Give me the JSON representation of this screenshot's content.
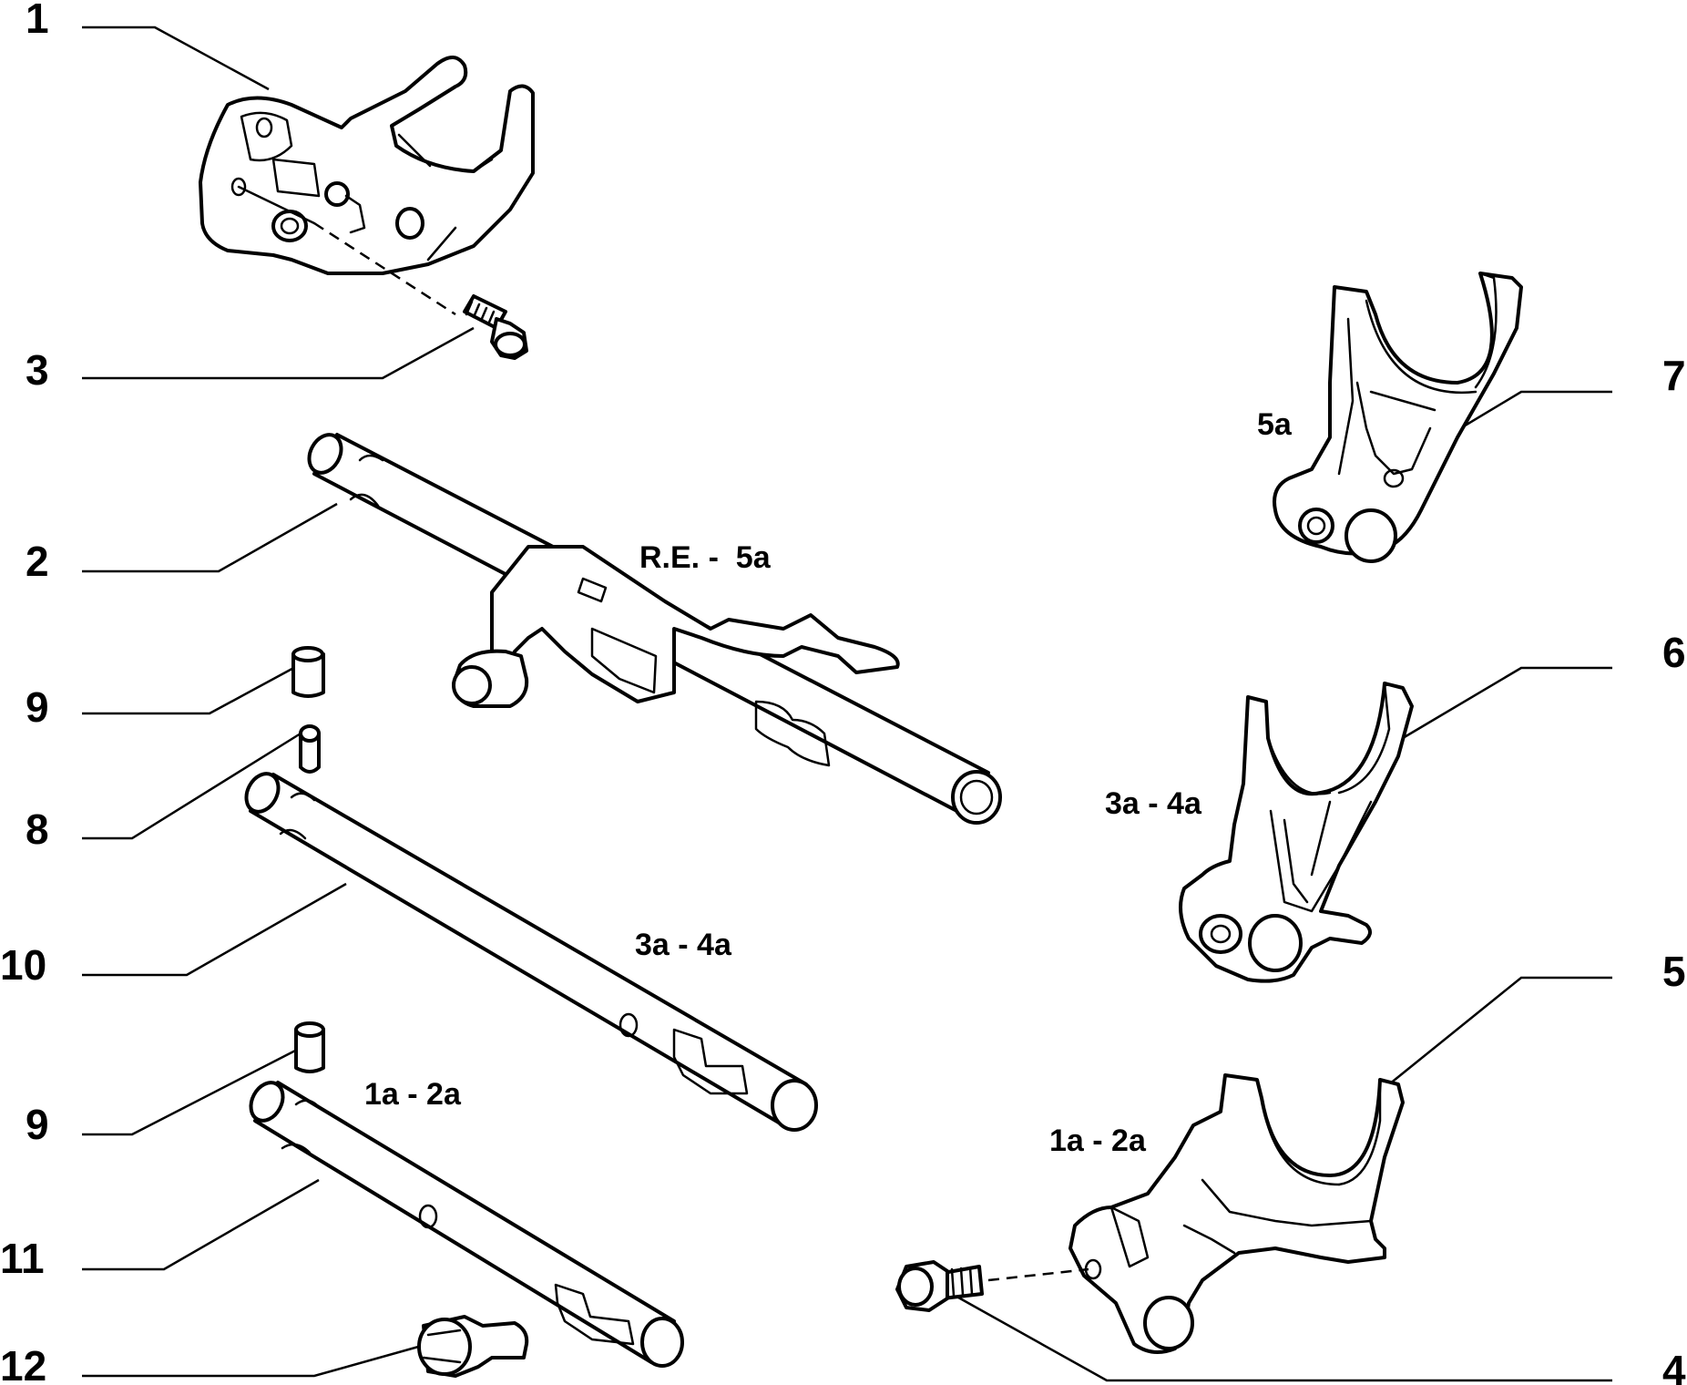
{
  "callouts": [
    "1",
    "3",
    "2",
    "9",
    "8",
    "10",
    "9",
    "11",
    "12",
    "7",
    "6",
    "5",
    "4"
  ],
  "part_labels": {
    "rod_re_5a": "R.E. -  5a",
    "rod_3a_4a": "3a - 4a",
    "rod_1a_2a": "1a - 2a",
    "fork_5a": "5a",
    "fork_3a_4a": "3a - 4a",
    "fork_1a_2a": "1a - 2a"
  }
}
